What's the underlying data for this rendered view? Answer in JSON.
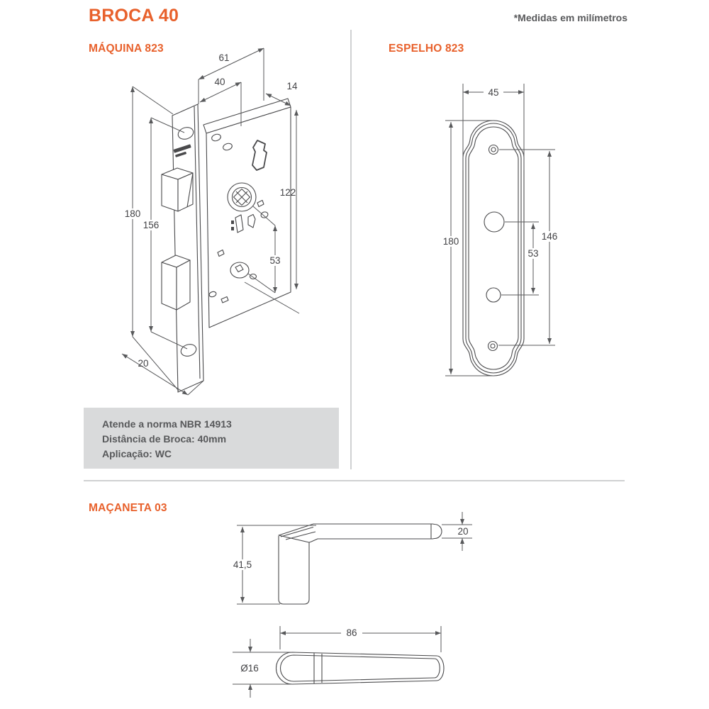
{
  "page": {
    "title": "BROCA 40",
    "units_note": "*Medidas em milímetros",
    "accent_color": "#E8612C"
  },
  "sections": {
    "maquina": {
      "heading": "MÁQUINA 823",
      "dims": {
        "total_width": "61",
        "backset": "40",
        "top_width": "14",
        "case_height": "122",
        "faceplate_height": "180",
        "screw_spacing": "156",
        "lower_spacing": "53",
        "faceplate_width": "20"
      }
    },
    "espelho": {
      "heading": "ESPELHO 823",
      "dims": {
        "width": "45",
        "height": "180",
        "screw_spacing": "146",
        "hole_spacing": "53"
      }
    },
    "macaneta": {
      "heading": "MAÇANETA 03",
      "dims": {
        "height": "41,5",
        "thickness": "20",
        "length": "86",
        "diameter": "Ø16"
      }
    },
    "info_box": {
      "lines": [
        "Atende a norma NBR 14913",
        "Distância de Broca: 40mm",
        "Aplicação: WC"
      ]
    }
  }
}
